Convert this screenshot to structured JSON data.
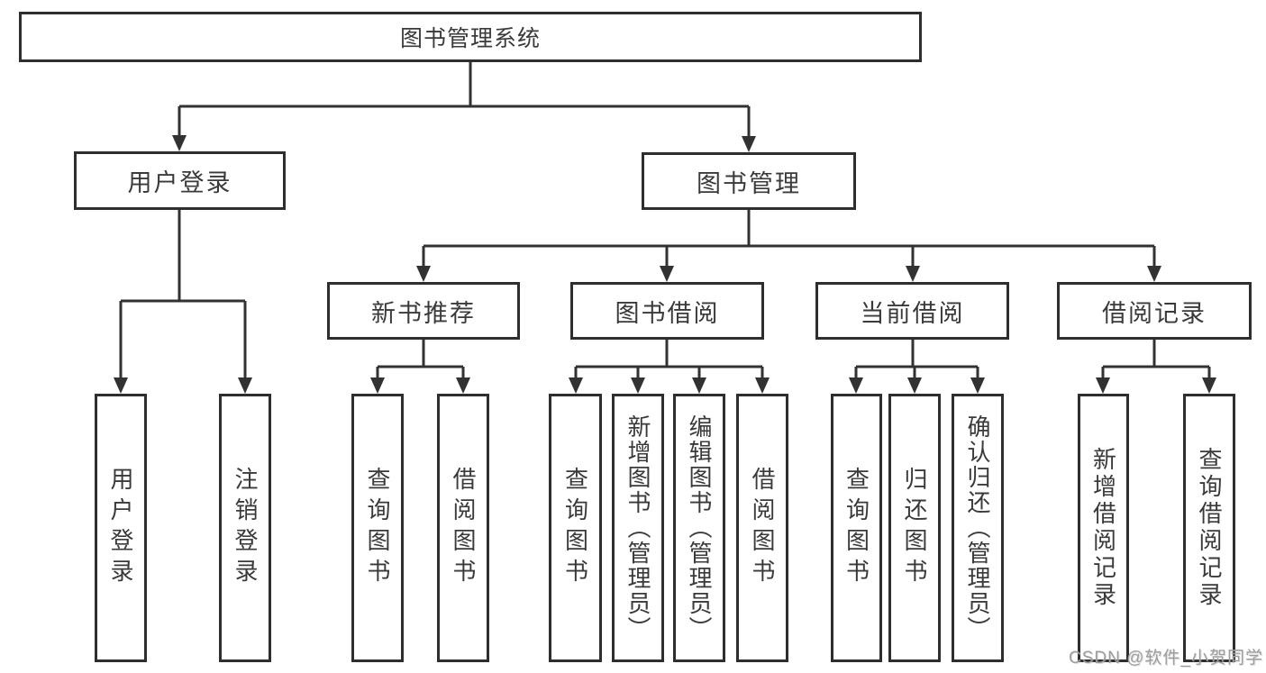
{
  "diagram": {
    "tree": {
      "label": "图书管理系统",
      "children": [
        {
          "label": "用户登录",
          "children": [
            {
              "label": "用户登录"
            },
            {
              "label": "注销登录"
            }
          ]
        },
        {
          "label": "图书管理",
          "children": [
            {
              "label": "新书推荐",
              "children": [
                {
                  "label": "查询图书"
                },
                {
                  "label": "借阅图书"
                }
              ]
            },
            {
              "label": "图书借阅",
              "children": [
                {
                  "label": "查询图书"
                },
                {
                  "label": "新增图书（管理员）"
                },
                {
                  "label": "编辑图书（管理员）"
                },
                {
                  "label": "借阅图书"
                }
              ]
            },
            {
              "label": "当前借阅",
              "children": [
                {
                  "label": "查询图书"
                },
                {
                  "label": "归还图书"
                },
                {
                  "label": "确认归还（管理员）"
                }
              ]
            },
            {
              "label": "借阅记录",
              "children": [
                {
                  "label": "新增借阅记录"
                },
                {
                  "label": "查询借阅记录"
                }
              ]
            }
          ]
        }
      ]
    },
    "colors": {
      "line": "#323232",
      "box_border": "#2e2e2e",
      "text": "#3a3a3a",
      "background": "#ffffff",
      "watermark": "#9d9d9d"
    }
  },
  "watermark": {
    "text": "CSDN @软件_小贺同学"
  }
}
